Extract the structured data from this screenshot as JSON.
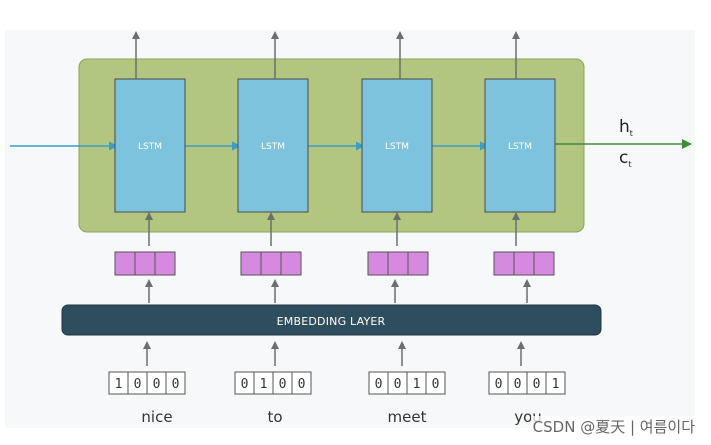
{
  "cells": [
    {
      "label": "LSTM",
      "word": "nice",
      "onehot": [
        "1",
        "0",
        "0",
        "0"
      ]
    },
    {
      "label": "LSTM",
      "word": "to",
      "onehot": [
        "0",
        "1",
        "0",
        "0"
      ]
    },
    {
      "label": "LSTM",
      "word": "meet",
      "onehot": [
        "0",
        "0",
        "1",
        "0"
      ]
    },
    {
      "label": "LSTM",
      "word": "you",
      "onehot": [
        "0",
        "0",
        "0",
        "1"
      ]
    }
  ],
  "embedding_layer": {
    "label": "EMBEDDING LAYER"
  },
  "output": {
    "h": "h",
    "h_sub": "t",
    "c": "c",
    "c_sub": "t"
  },
  "watermark": "CSDN @夏天 | 여름이다",
  "colors": {
    "lstm_panel": "#b2c67f",
    "lstm_cell": "#7ec3dd",
    "embedding_bar": "#2e4e5e",
    "embedding_vector": "#d58ae0",
    "input_arrow": "#3a9ec9",
    "output_arrow": "#3c8c3c"
  }
}
